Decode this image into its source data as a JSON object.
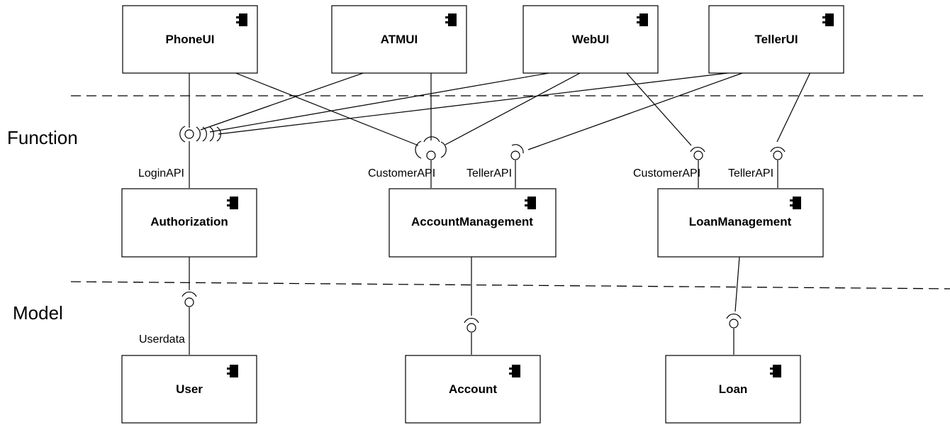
{
  "layers": {
    "function": "Function",
    "model": "Model"
  },
  "components": {
    "phoneui": "PhoneUI",
    "atmui": "ATMUI",
    "webui": "WebUI",
    "tellerui": "TellerUI",
    "authorization": "Authorization",
    "accountmanagement": "AccountManagement",
    "loanmanagement": "LoanManagement",
    "user": "User",
    "account": "Account",
    "loan": "Loan"
  },
  "interfaces": {
    "login_api": "LoginAPI",
    "account_customer_api": "CustomerAPI",
    "account_teller_api": "TellerAPI",
    "loan_customer_api": "CustomerAPI",
    "loan_teller_api": "TellerAPI",
    "userdata": "Userdata"
  },
  "icons": {
    "component": "component-icon",
    "provided_interface": "lollipop-icon",
    "required_interface": "socket-icon"
  }
}
